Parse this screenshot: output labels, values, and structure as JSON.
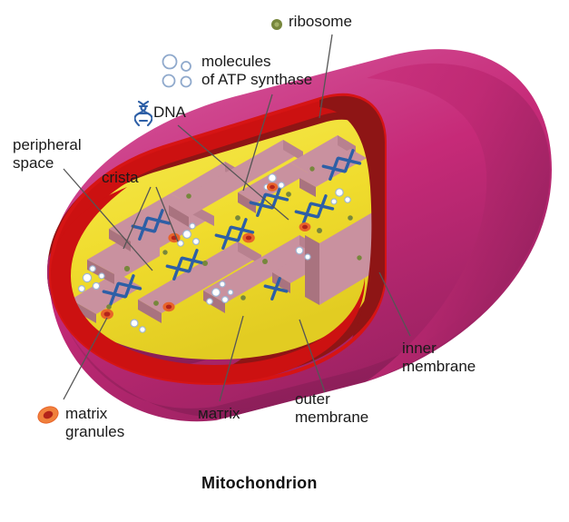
{
  "figure": {
    "title": "Mitochondrion",
    "subject": "mitochondrion-cutaway-diagram"
  },
  "legend": [
    {
      "id": "ribosome",
      "label": "ribosome",
      "icon": "green-dot-icon"
    },
    {
      "id": "atp-synthase",
      "label": "molecules\nof ATP synthase",
      "icon": "blue-circles-icon"
    },
    {
      "id": "dna",
      "label": "DNA",
      "icon": "dna-helix-icon"
    },
    {
      "id": "matrix-granules",
      "label": "matrix\ngranules",
      "icon": "orange-granule-icon"
    }
  ],
  "callouts": [
    {
      "id": "ribosome",
      "label": "ribosome"
    },
    {
      "id": "atp-synthase",
      "label": "molecules\nof ATP synthase"
    },
    {
      "id": "dna",
      "label": "DNA"
    },
    {
      "id": "peripheral-space",
      "label": "peripheral\nspace"
    },
    {
      "id": "crista",
      "label": "crista"
    },
    {
      "id": "matrix-granules",
      "label": "matrix\ngranules"
    },
    {
      "id": "matrix",
      "label": "матrix"
    },
    {
      "id": "outer-membrane",
      "label": "outer\nmembrane"
    },
    {
      "id": "inner-membrane",
      "label": "inner\nmembrane"
    }
  ],
  "colors": {
    "outer_membrane": "#C62A78",
    "outer_membrane_dark": "#8E1F5B",
    "outer_membrane_light": "#D4559A",
    "inner_membrane_rim": "#CC1111",
    "inner_cavity_shadow": "#8E1515",
    "matrix": "#F2E035",
    "matrix_shade": "#D9C420",
    "crista": "#C9919F",
    "crista_shade": "#A9737F",
    "ribosome": "#77873C",
    "atp_synthase": "#B9CBE4",
    "dna": "#2D5FA6",
    "granule": "#E8642A",
    "granule_core": "#B3241A",
    "leader_line": "#555555",
    "text": "#1a1a1a"
  }
}
